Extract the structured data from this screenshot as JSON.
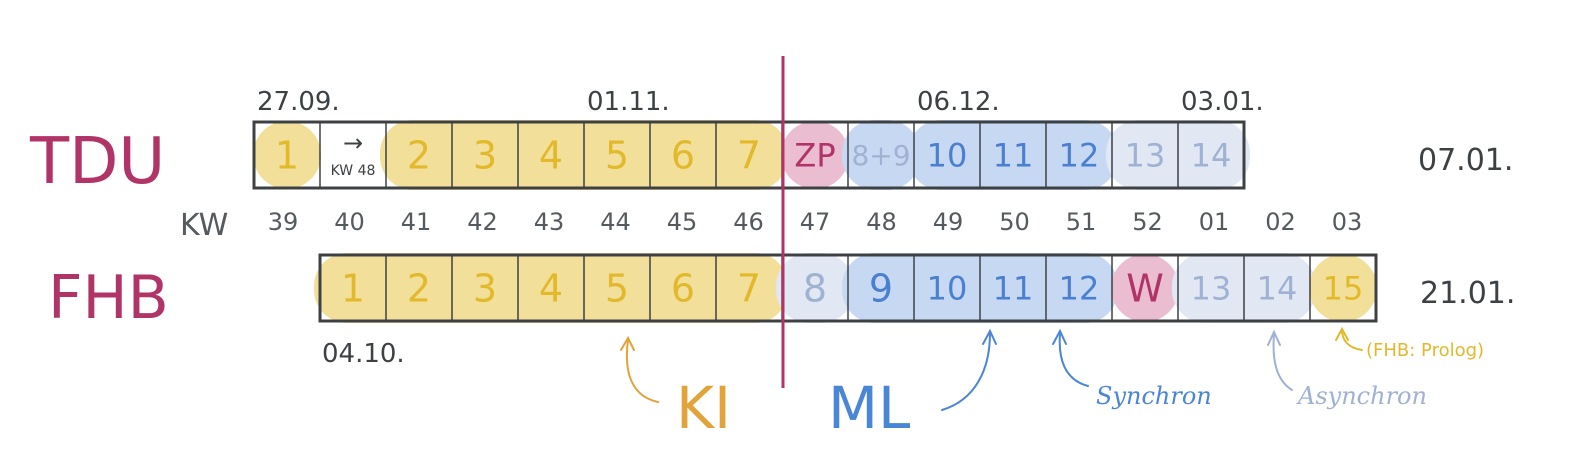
{
  "colors": {
    "yellow_fill": "#f2df99",
    "yellow_text": "#e2b92c",
    "blue_fill": "#c7d9f2",
    "blue_text": "#4a7fd1",
    "light_fill": "#e2e8f3",
    "light_text": "#9fb2d3",
    "pink_fill": "#ebbdd0",
    "pink_text": "#b03467",
    "crimson": "#b03467",
    "dark": "#3d4144",
    "kw_text": "#555a5e",
    "ki_color": "#e2a43a",
    "ml_color": "#4a86d6"
  },
  "rows": {
    "tdu": {
      "label": "TDU",
      "start_label": "27.09.",
      "end_label": "07.01.",
      "cells": [
        {
          "text": "1",
          "style": "yellow",
          "shape": "circle"
        },
        {
          "text": "→",
          "sub": "KW 48",
          "style": "plain"
        },
        {
          "text": "2",
          "style": "yellow"
        },
        {
          "text": "3",
          "style": "yellow"
        },
        {
          "text": "4",
          "style": "yellow"
        },
        {
          "text": "5",
          "style": "yellow"
        },
        {
          "text": "6",
          "style": "yellow"
        },
        {
          "text": "7",
          "style": "yellow"
        },
        {
          "text": "ZP",
          "style": "pink",
          "shape": "circle"
        },
        {
          "text": "8+9",
          "style": "blue_light_text"
        },
        {
          "text": "10",
          "style": "blue"
        },
        {
          "text": "11",
          "style": "blue"
        },
        {
          "text": "12",
          "style": "blue"
        },
        {
          "text": "13",
          "style": "light"
        },
        {
          "text": "14",
          "style": "light"
        }
      ],
      "dates": [
        {
          "text": "27.09.",
          "cell": 0
        },
        {
          "text": "01.11.",
          "cell": 5
        },
        {
          "text": "06.12.",
          "cell": 10
        },
        {
          "text": "03.01.",
          "cell": 14
        }
      ]
    },
    "fhb": {
      "label": "FHB",
      "start_label": "04.10.",
      "end_label": "21.01.",
      "cells": [
        {
          "text": "1",
          "style": "yellow"
        },
        {
          "text": "2",
          "style": "yellow"
        },
        {
          "text": "3",
          "style": "yellow"
        },
        {
          "text": "4",
          "style": "yellow"
        },
        {
          "text": "5",
          "style": "yellow"
        },
        {
          "text": "6",
          "style": "yellow"
        },
        {
          "text": "7",
          "style": "yellow"
        },
        {
          "text": "8",
          "style": "light"
        },
        {
          "text": "9",
          "style": "blue"
        },
        {
          "text": "10",
          "style": "blue"
        },
        {
          "text": "11",
          "style": "blue"
        },
        {
          "text": "12",
          "style": "blue"
        },
        {
          "text": "W",
          "style": "pink",
          "shape": "circle"
        },
        {
          "text": "13",
          "style": "light"
        },
        {
          "text": "14",
          "style": "light"
        },
        {
          "text": "15",
          "style": "yellow",
          "shape": "circle"
        }
      ]
    }
  },
  "kw": {
    "label": "KW",
    "weeks": [
      "39",
      "40",
      "41",
      "42",
      "43",
      "44",
      "45",
      "46",
      "47",
      "48",
      "49",
      "50",
      "51",
      "52",
      "01",
      "02",
      "03"
    ]
  },
  "annotations": {
    "ki": "KI",
    "ml": "ML",
    "synchron": "Synchron",
    "asynchron": "Asynchron",
    "prolog": "(FHB: Prolog)"
  }
}
